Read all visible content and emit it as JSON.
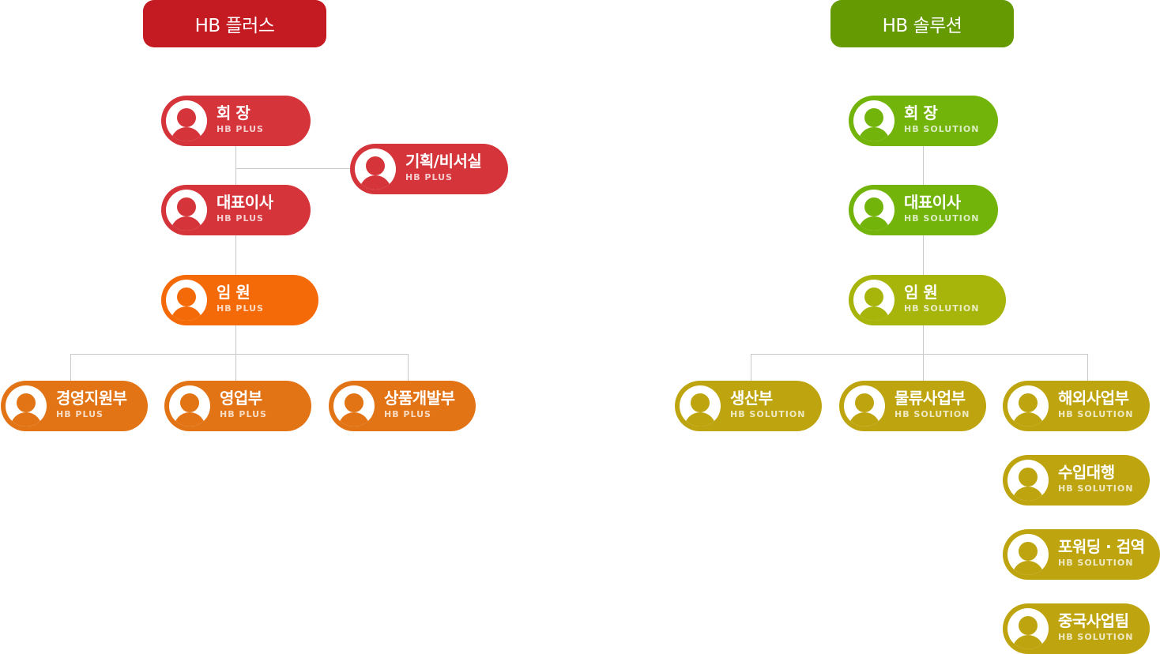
{
  "left": {
    "title": "HB 플러스",
    "brand_sub": "HB PLUS",
    "color": "#c41a22",
    "nodes": {
      "chairman": "회  장",
      "planning": "기획/비서실",
      "ceo": "대표이사",
      "executive": "임  원",
      "dept1": "경영지원부",
      "dept2": "영업부",
      "dept3": "상품개발부"
    }
  },
  "right": {
    "title": "HB 솔루션",
    "brand_sub": "HB SOLUTION",
    "color": "#659a03",
    "nodes": {
      "chairman": "회  장",
      "ceo": "대표이사",
      "executive": "임  원",
      "dept1": "생산부",
      "dept2": "물류사업부",
      "dept3": "해외사업부",
      "dept4": "수입대행",
      "dept5": "포워딩 · 검역",
      "dept6": "중국사업팀"
    }
  }
}
